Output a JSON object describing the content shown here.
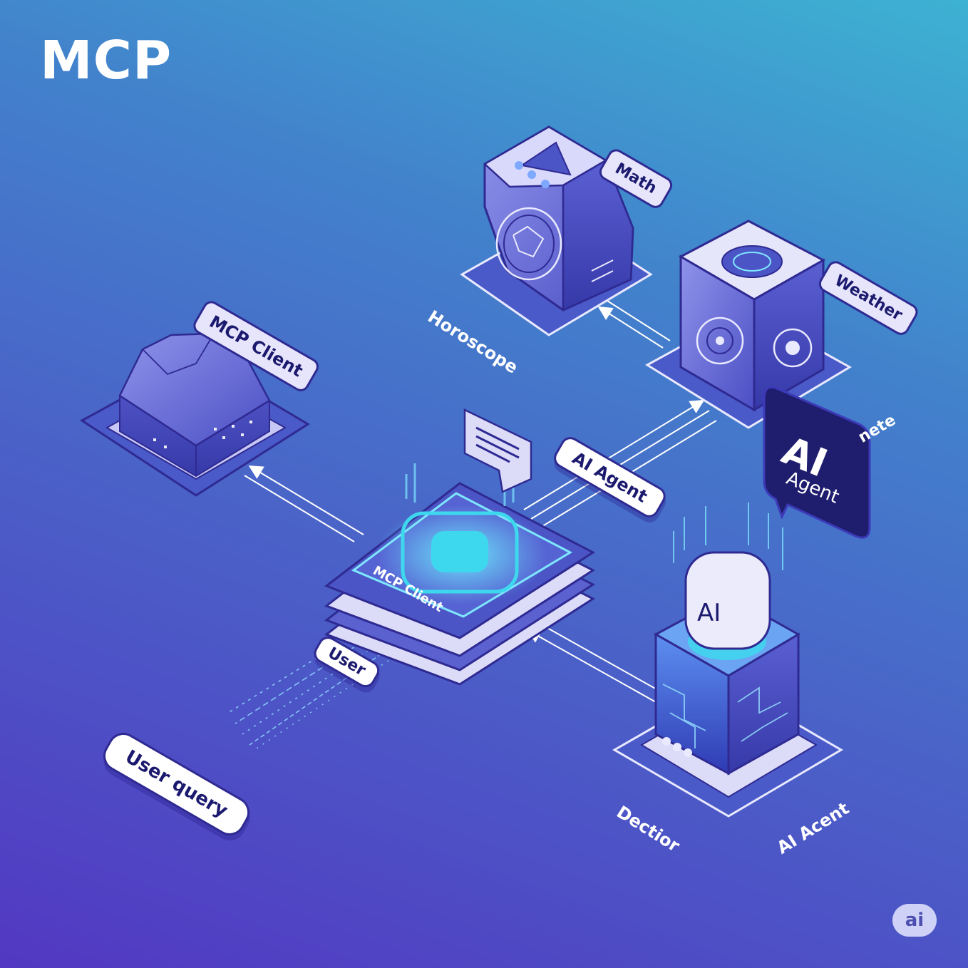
{
  "title": "MCP",
  "nodes": {
    "client_crystal": {
      "bubble": "MCP Client"
    },
    "hub": {
      "label": "MCP Client"
    },
    "horoscope_server": {
      "bubble": "Math",
      "floor_label": "Horoscope"
    },
    "weather_server": {
      "bubble": "Weather",
      "floor_label": "nete"
    },
    "ai_agent_card": {
      "big": "AI",
      "small": "Agent"
    },
    "decision_tower": {
      "chip": "AI",
      "floor_label_left": "Dectior",
      "floor_label_right": "AI Acent"
    }
  },
  "pills": {
    "ai_agent": "AI Agent",
    "user": "User",
    "user_query": "User query"
  },
  "badge": "ai",
  "colors": {
    "accent_cyan": "#3ed8ee",
    "navy": "#1c1a6e",
    "panel_light": "#e7e5fb",
    "card_dark": "#1f1d6e"
  }
}
